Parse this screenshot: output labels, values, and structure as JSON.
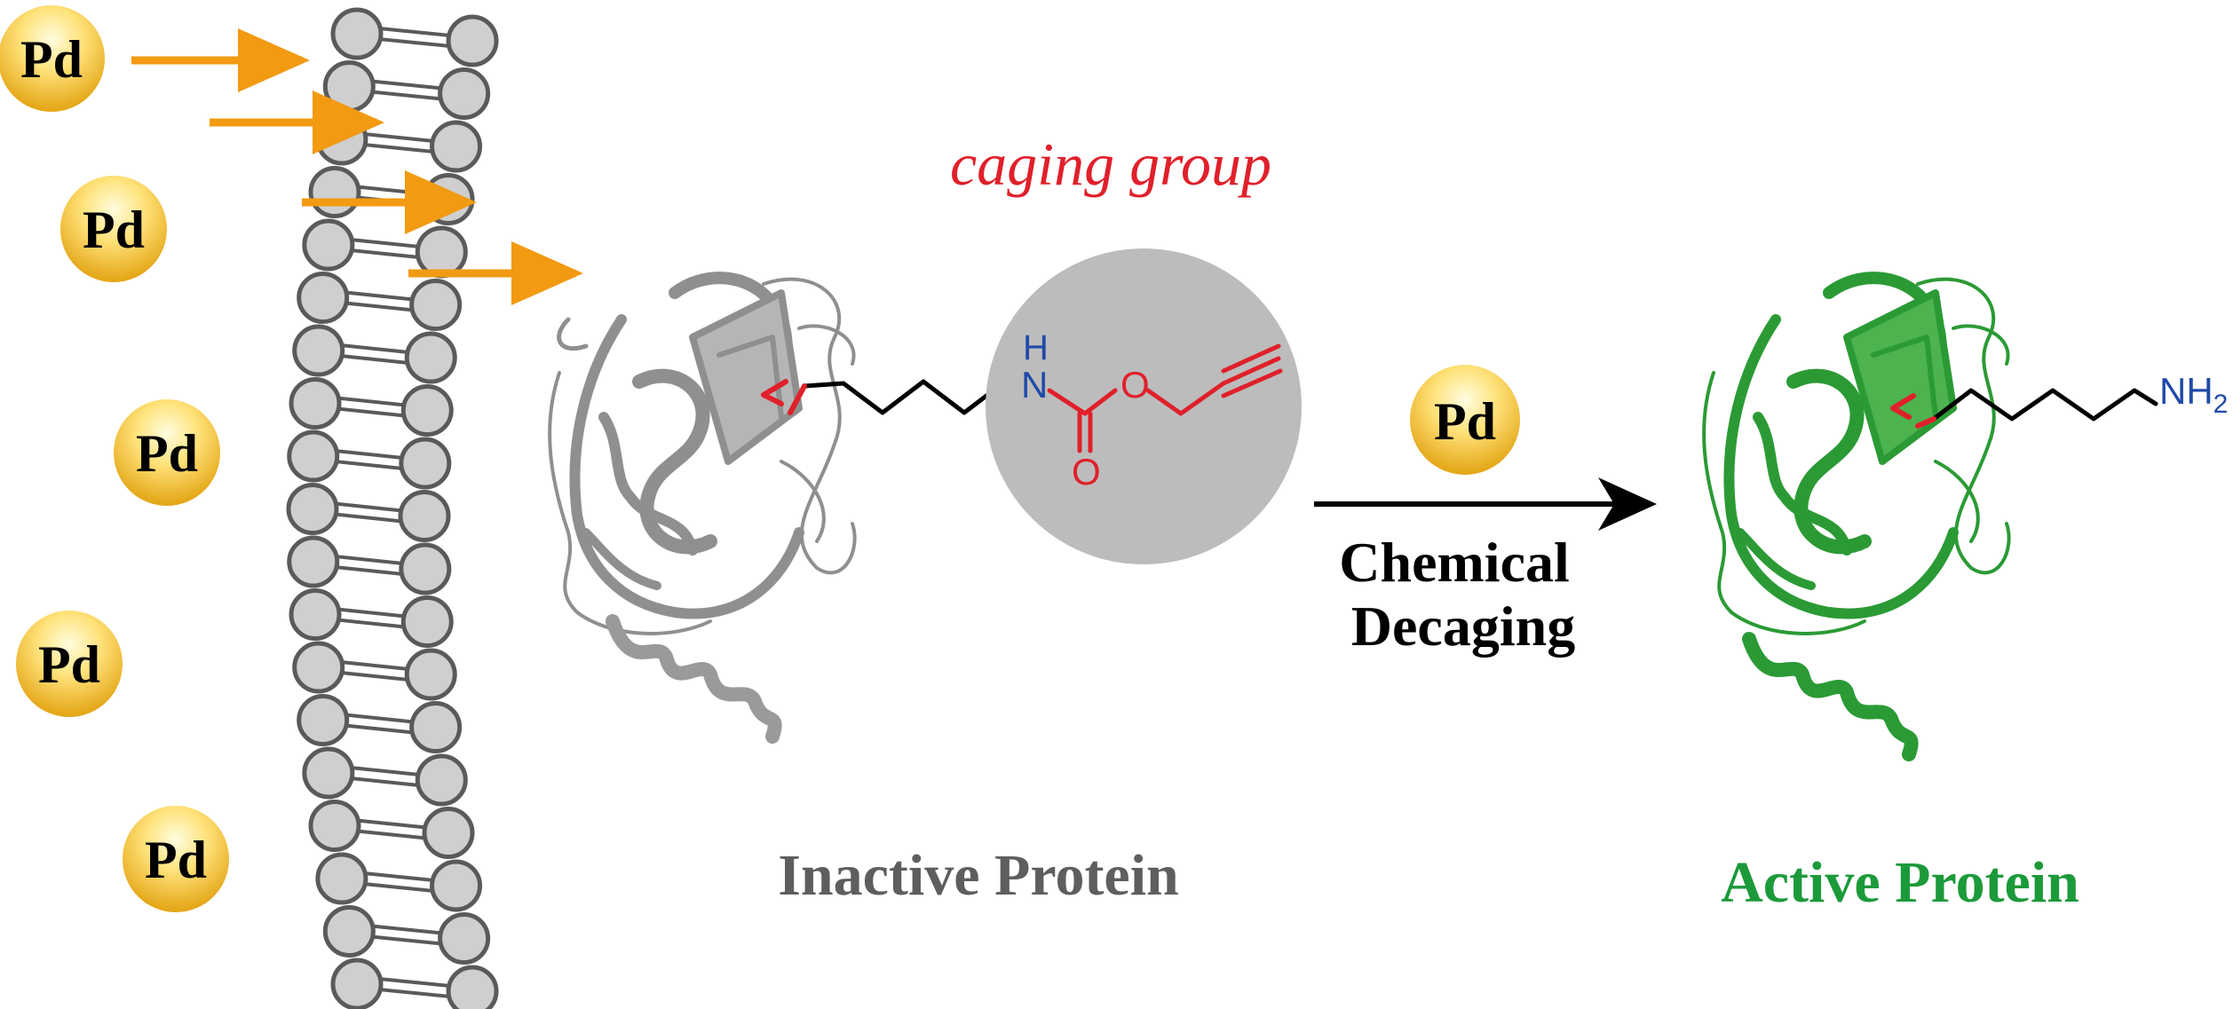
{
  "pd_label": "Pd",
  "caging_label": "caging group",
  "step_label": [
    "Chemical",
    "Decaging"
  ],
  "inactive_label": "Inactive Protein",
  "active_label": "Active Protein",
  "atoms": {
    "h": "H",
    "n": "N",
    "o": "O",
    "nh2_main": "NH",
    "nh2_sub": "2"
  },
  "colors": {
    "pd_gold": "#f2c12e",
    "arrow_orange": "#f29a12",
    "membrane_fill": "#cfcfcf",
    "membrane_stroke": "#5a5a5a",
    "caging_red": "#e0202a",
    "nitrogen_blue": "#1f4aa8",
    "inactive_gray": "#8a8a8a",
    "active_green": "#2b9a35",
    "caging_circle": "#bcbcbc"
  }
}
